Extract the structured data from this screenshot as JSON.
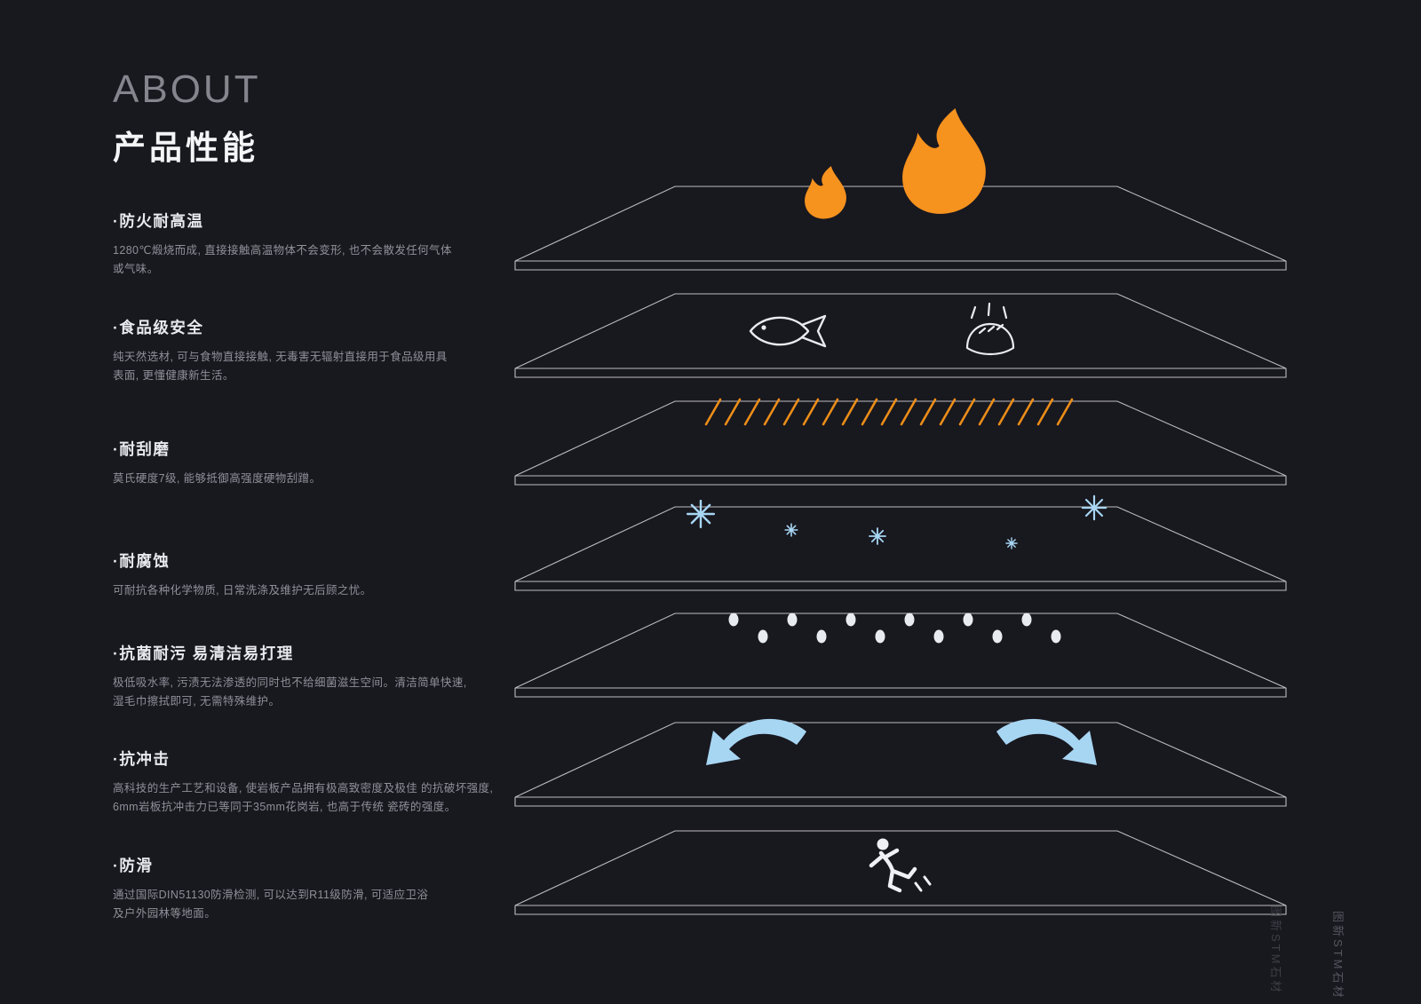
{
  "header": {
    "kicker": "ABOUT",
    "title": "产品性能"
  },
  "features": [
    {
      "title": "·防火耐高温",
      "desc": "1280℃煅烧而成, 直接接触高温物体不会变形, 也不会散发任何气体\n或气味。"
    },
    {
      "title": "·食品级安全",
      "desc": "纯天然选材, 可与食物直接接触, 无毒害无辐射直接用于食品级用具\n表面, 更懂健康新生活。"
    },
    {
      "title": "·耐刮磨",
      "desc": "莫氏硬度7级, 能够抵御高强度硬物刮蹭。"
    },
    {
      "title": "·耐腐蚀",
      "desc": "可耐抗各种化学物质, 日常洗涤及维护无后顾之忧。"
    },
    {
      "title": "·抗菌耐污 易清洁易打理",
      "desc": "极低吸水率, 污渍无法渗透的同时也不给细菌滋生空间。清洁简单快速,\n湿毛巾擦拭即可, 无需特殊维护。"
    },
    {
      "title": "·抗冲击",
      "desc": "高科技的生产工艺和设备, 使岩板产品拥有极高致密度及极佳 的抗破坏强度,\n6mm岩板抗冲击力已等同于35mm花岗岩, 也高于传统 瓷砖的强度。"
    },
    {
      "title": "·防滑",
      "desc": "通过国际DIN51130防滑检测, 可以达到R11级防滑, 可适应卫浴\n及户外园林等地面。"
    }
  ],
  "diagram": {
    "layers": [
      {
        "label": "fire-resistance",
        "icons": [
          "flame-icon"
        ]
      },
      {
        "label": "food-grade-safety",
        "icons": [
          "fish-icon",
          "bread-icon"
        ]
      },
      {
        "label": "scratch-resistance",
        "icons": [
          "scratch-marks-icon"
        ]
      },
      {
        "label": "corrosion-resistance",
        "icons": [
          "sparkle-icon"
        ]
      },
      {
        "label": "stain-resistance",
        "icons": [
          "droplet-dots-icon"
        ]
      },
      {
        "label": "impact-resistance",
        "icons": [
          "bounce-arrow-icon"
        ]
      },
      {
        "label": "anti-slip",
        "icons": [
          "slipping-person-icon"
        ]
      }
    ],
    "colors": {
      "flame": "#f6921e",
      "scratch": "#ec8d18",
      "sparkle": "#a7d6f3",
      "arrow": "#a7d6f3",
      "slab_line": "#d8dade",
      "dot": "#e8ecf0",
      "pictogram": "#eef0f4"
    }
  },
  "watermark": {
    "text": "图新STM石材"
  }
}
